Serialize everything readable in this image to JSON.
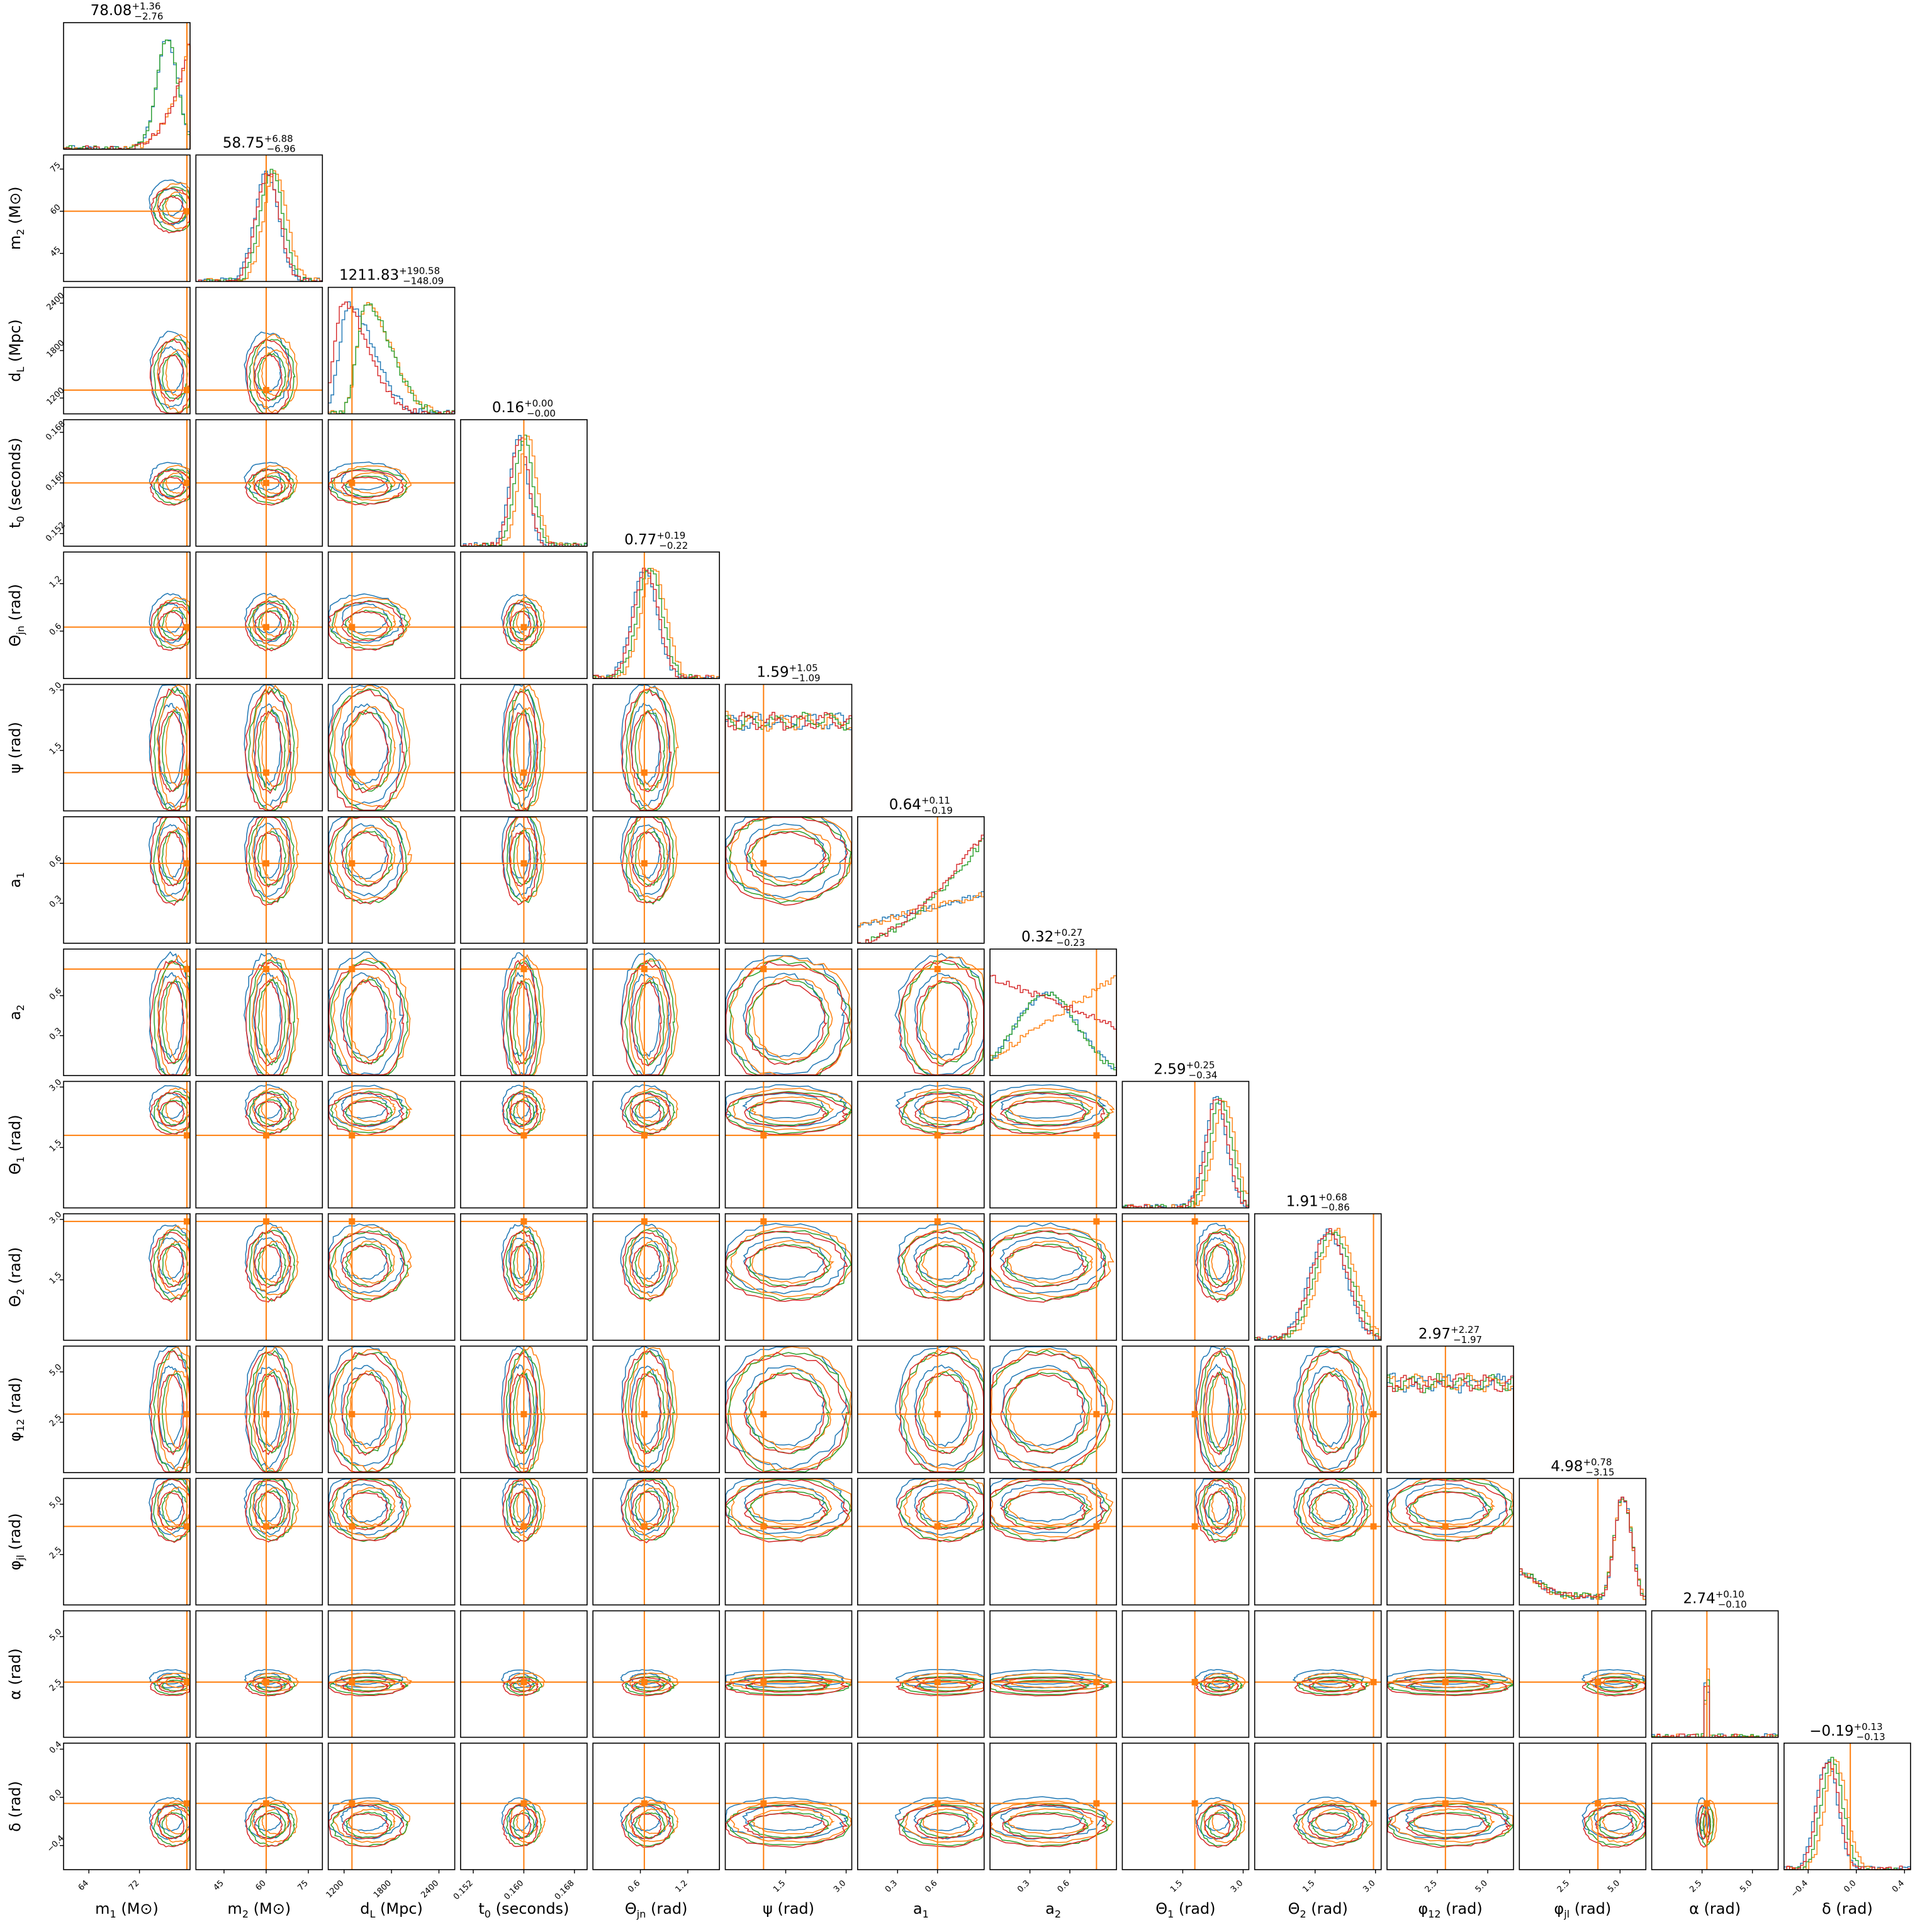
{
  "chart_data": {
    "type": "corner",
    "colors": [
      "#1f77b4",
      "#ff7f0e",
      "#2ca02c",
      "#d62728"
    ],
    "truth_color": "#ff7f0e",
    "parameters": [
      {
        "label": "m_1 (M⊙)",
        "median": "78.08",
        "plus": "+1.36",
        "minus": "−2.76",
        "range": [
          60,
          80
        ],
        "truth": 79.5,
        "ticks": [
          {
            "v": 64,
            "t": "64"
          },
          {
            "v": 72,
            "t": "72"
          }
        ]
      },
      {
        "label": "m_2 (M⊙)",
        "median": "58.75",
        "plus": "+6.88",
        "minus": "−6.96",
        "range": [
          35,
          80
        ],
        "truth": 60,
        "ticks": [
          {
            "v": 45,
            "t": "45"
          },
          {
            "v": 60,
            "t": "60"
          },
          {
            "v": 75,
            "t": "75"
          }
        ]
      },
      {
        "label": "d_L (Mpc)",
        "median": "1211.83",
        "plus": "+190.58",
        "minus": "−148.09",
        "range": [
          1000,
          2600
        ],
        "truth": 1300,
        "ticks": [
          {
            "v": 1200,
            "t": "1200"
          },
          {
            "v": 1800,
            "t": "1800"
          },
          {
            "v": 2400,
            "t": "2400"
          }
        ]
      },
      {
        "label": "t_0 (seconds)",
        "median": "0.16",
        "plus": "+0.00",
        "minus": "−0.00",
        "range": [
          0.15,
          0.17
        ],
        "truth": 0.16,
        "ticks": [
          {
            "v": 0.152,
            "t": "0.152"
          },
          {
            "v": 0.16,
            "t": "0.160"
          },
          {
            "v": 0.168,
            "t": "0.168"
          }
        ]
      },
      {
        "label": "Θ_jn (rad)",
        "median": "0.77",
        "plus": "+0.19",
        "minus": "−0.22",
        "range": [
          0,
          1.6
        ],
        "truth": 0.65,
        "ticks": [
          {
            "v": 0.6,
            "t": "0.6"
          },
          {
            "v": 1.2,
            "t": "1.2"
          }
        ]
      },
      {
        "label": "ψ (rad)",
        "median": "1.59",
        "plus": "+1.05",
        "minus": "−1.09",
        "range": [
          0,
          3.14
        ],
        "truth": 0.95,
        "ticks": [
          {
            "v": 1.5,
            "t": "1.5"
          },
          {
            "v": 3.0,
            "t": "3.0"
          }
        ]
      },
      {
        "label": "a_1",
        "median": "0.64",
        "plus": "+0.11",
        "minus": "−0.19",
        "range": [
          0,
          0.95
        ],
        "truth": 0.6,
        "ticks": [
          {
            "v": 0.3,
            "t": "0.3"
          },
          {
            "v": 0.6,
            "t": "0.6"
          }
        ]
      },
      {
        "label": "a_2",
        "median": "0.32",
        "plus": "+0.27",
        "minus": "−0.23",
        "range": [
          0,
          0.95
        ],
        "truth": 0.8,
        "ticks": [
          {
            "v": 0.3,
            "t": "0.3"
          },
          {
            "v": 0.6,
            "t": "0.6"
          }
        ]
      },
      {
        "label": "Θ_1 (rad)",
        "median": "2.59",
        "plus": "+0.25",
        "minus": "−0.34",
        "range": [
          0,
          3.14
        ],
        "truth": 1.8,
        "ticks": [
          {
            "v": 1.5,
            "t": "1.5"
          },
          {
            "v": 3.0,
            "t": "3.0"
          }
        ]
      },
      {
        "label": "Θ_2 (rad)",
        "median": "1.91",
        "plus": "+0.68",
        "minus": "−0.86",
        "range": [
          0,
          3.14
        ],
        "truth": 2.95,
        "ticks": [
          {
            "v": 1.5,
            "t": "1.5"
          },
          {
            "v": 3.0,
            "t": "3.0"
          }
        ]
      },
      {
        "label": "φ_12 (rad)",
        "median": "2.97",
        "plus": "+2.27",
        "minus": "−1.97",
        "range": [
          0,
          6.28
        ],
        "truth": 2.9,
        "ticks": [
          {
            "v": 2.5,
            "t": "2.5"
          },
          {
            "v": 5.0,
            "t": "5.0"
          }
        ]
      },
      {
        "label": "φ_jl (rad)",
        "median": "4.98",
        "plus": "+0.78",
        "minus": "−3.15",
        "range": [
          0,
          6.28
        ],
        "truth": 3.9,
        "ticks": [
          {
            "v": 2.5,
            "t": "2.5"
          },
          {
            "v": 5.0,
            "t": "5.0"
          }
        ]
      },
      {
        "label": "α (rad)",
        "median": "2.74",
        "plus": "+0.10",
        "minus": "−0.10",
        "range": [
          0,
          6.28
        ],
        "truth": 2.74,
        "ticks": [
          {
            "v": 2.5,
            "t": "2.5"
          },
          {
            "v": 5.0,
            "t": "5.0"
          }
        ]
      },
      {
        "label": "δ (rad)",
        "median": "−0.19",
        "plus": "+0.13",
        "minus": "−0.13",
        "range": [
          -0.6,
          0.45
        ],
        "truth": -0.05,
        "ticks": [
          {
            "v": -0.4,
            "t": "−0.4"
          },
          {
            "v": 0.0,
            "t": "0.0"
          },
          {
            "v": 0.4,
            "t": "0.4"
          }
        ]
      }
    ]
  }
}
